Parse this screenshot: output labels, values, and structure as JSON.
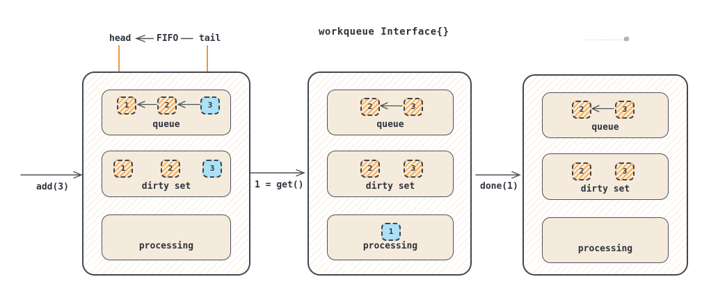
{
  "title": "workqueue Interface{}",
  "fifo_annotation": {
    "head_label": "head",
    "fifo_label": "FIFO",
    "tail_label": "tail"
  },
  "transitions": [
    {
      "label": "add(3)"
    },
    {
      "label": "1 = get()"
    },
    {
      "label": "done(1)"
    }
  ],
  "panels": [
    {
      "queue": {
        "label": "queue",
        "items": [
          {
            "label": "1",
            "variant": "orange"
          },
          {
            "label": "2",
            "variant": "orange"
          },
          {
            "label": "3",
            "variant": "blue"
          }
        ]
      },
      "dirty_set": {
        "label": "dirty set",
        "items": [
          {
            "label": "1",
            "variant": "orange"
          },
          {
            "label": "2",
            "variant": "orange"
          },
          {
            "label": "3",
            "variant": "blue"
          }
        ]
      },
      "processing": {
        "label": "processing",
        "items": []
      }
    },
    {
      "queue": {
        "label": "queue",
        "items": [
          {
            "label": "2",
            "variant": "orange"
          },
          {
            "label": "3",
            "variant": "orange"
          }
        ]
      },
      "dirty_set": {
        "label": "dirty set",
        "items": [
          {
            "label": "2",
            "variant": "orange"
          },
          {
            "label": "3",
            "variant": "orange"
          }
        ]
      },
      "processing": {
        "label": "processing",
        "items": [
          {
            "label": "1",
            "variant": "blue"
          }
        ]
      }
    },
    {
      "queue": {
        "label": "queue",
        "items": [
          {
            "label": "2",
            "variant": "orange"
          },
          {
            "label": "3",
            "variant": "orange"
          }
        ]
      },
      "dirty_set": {
        "label": "dirty set",
        "items": [
          {
            "label": "2",
            "variant": "orange"
          },
          {
            "label": "3",
            "variant": "orange"
          }
        ]
      },
      "processing": {
        "label": "processing",
        "items": []
      }
    }
  ],
  "colors": {
    "stroke": "#40454e",
    "section_fill": "#f5ebdc",
    "item_blue": "#abe0f6",
    "item_orange_line": "#f0a448",
    "accent_orange": "#e8993c"
  }
}
